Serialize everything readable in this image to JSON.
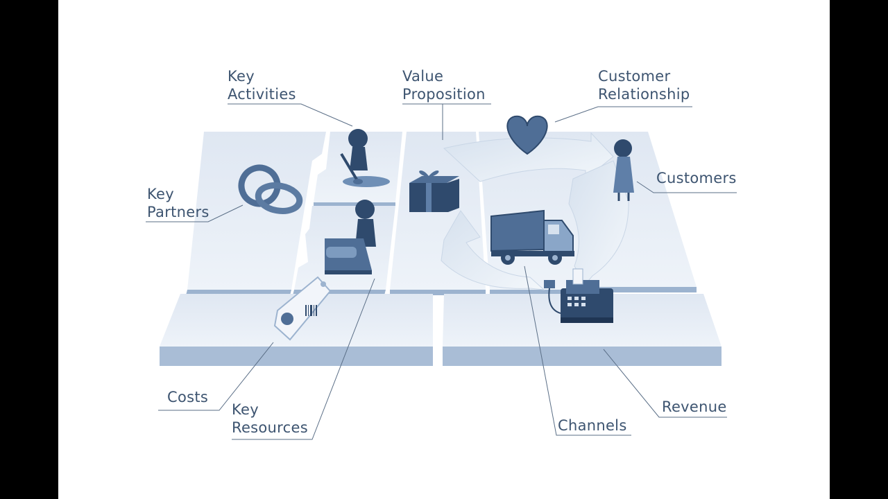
{
  "labels": {
    "key_activities": [
      "Key",
      "Activities"
    ],
    "value_proposition": [
      "Value",
      "Proposition"
    ],
    "customer_relationship": [
      "Customer",
      "Relationship"
    ],
    "key_partners": [
      "Key",
      "Partners"
    ],
    "customers": [
      "Customers"
    ],
    "costs": [
      "Costs"
    ],
    "key_resources": [
      "Key",
      "Resources"
    ],
    "channels": [
      "Channels"
    ],
    "revenue": [
      "Revenue"
    ]
  },
  "colors": {
    "label_text": "#3d5470",
    "tile_top": "#e2eaf4",
    "tile_side": "#9cb3cf",
    "icon_fill": "#4f6e96",
    "icon_dark": "#2f4a6d",
    "background": "#ffffff",
    "frame": "#000000"
  },
  "icons": [
    "rings-icon",
    "shovel-figure-icon",
    "gift-box-icon",
    "heart-icon",
    "customer-figure-icon",
    "conveyor-figure-icon",
    "price-tag-icon",
    "delivery-truck-icon",
    "cash-register-icon"
  ]
}
